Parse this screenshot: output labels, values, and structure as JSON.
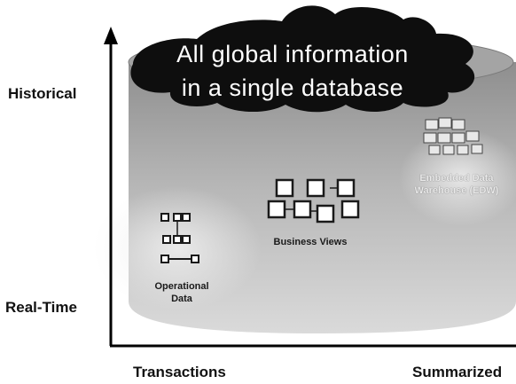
{
  "headline": {
    "line1": "All global information",
    "line2": "in a single database"
  },
  "axes": {
    "y_top": "Historical",
    "y_bottom": "Real-Time",
    "x_left": "Transactions",
    "x_right": "Summarized"
  },
  "nodes": {
    "operational_line1": "Operational",
    "operational_line2": "Data",
    "business_views": "Business Views",
    "edw_line1": "Embedded Data",
    "edw_line2": "Warehouse (EDW)"
  },
  "colors": {
    "cylinder_top": "#9a9a9a",
    "cylinder_bottom": "#d2d2d2",
    "cloud": "#0e0e0e",
    "axis": "#000000"
  }
}
